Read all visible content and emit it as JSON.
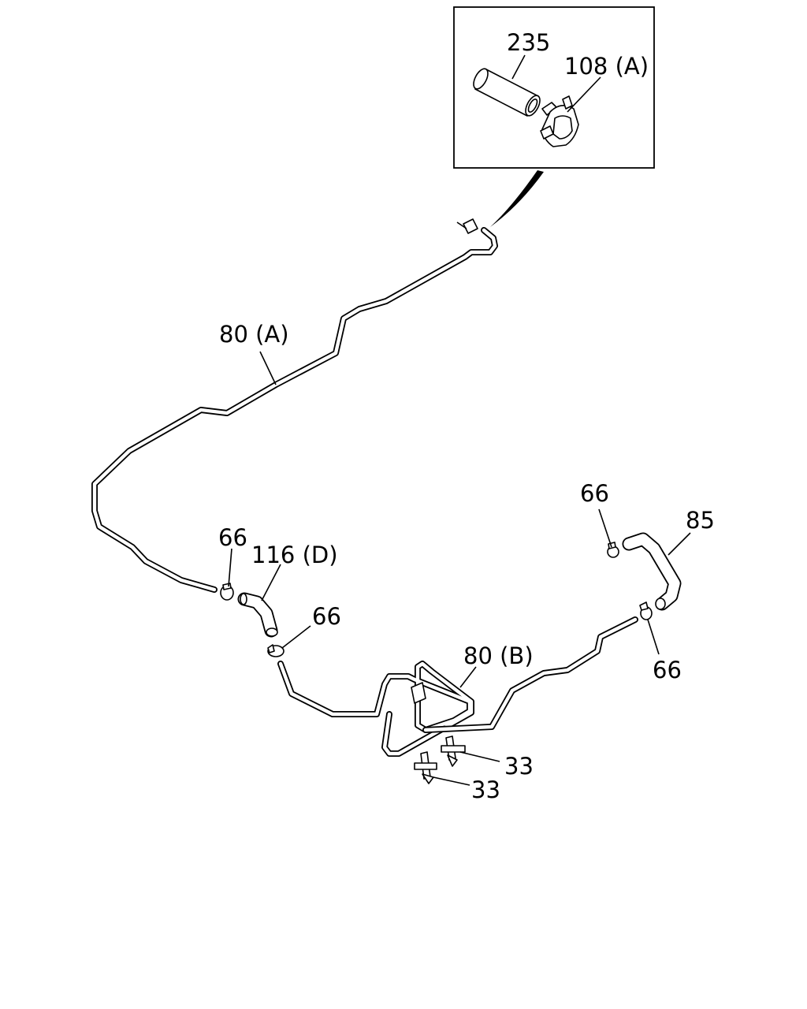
{
  "labels": {
    "hose_235": "235",
    "clip_108a": "108 (A)",
    "pipe_80a": "80 (A)",
    "clamp_66_left": "66",
    "hose_116d": "116 (D)",
    "clamp_66_mid": "66",
    "clamp_66_top_right": "66",
    "hose_85": "85",
    "clamp_66_bottom_right": "66",
    "pipe_80b": "80 (B)",
    "clip_33_upper": "33",
    "clip_33_lower": "33"
  }
}
